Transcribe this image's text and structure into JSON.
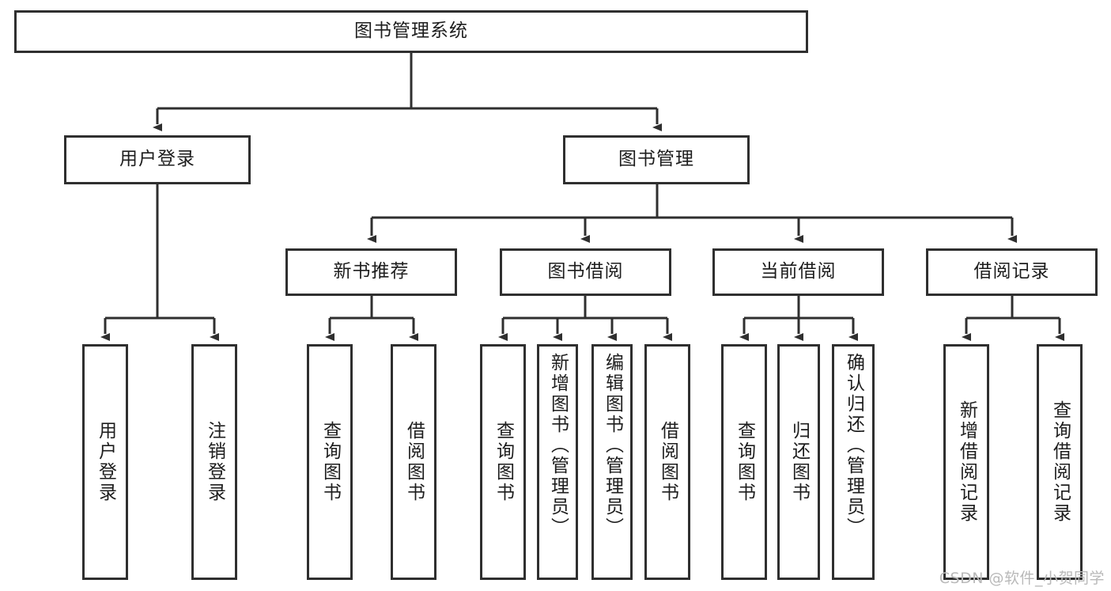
{
  "diagram": {
    "title": "图书管理系统",
    "type": "tree-hierarchy-chart",
    "watermark": "CSDN @软件_小贺同学",
    "colors": {
      "box_border": "#2f2f2f",
      "box_fill": "#ffffff",
      "text": "#1d1d1d",
      "link": "#2f2f2f",
      "watermark": "#b9b9b9",
      "background": "#ffffff"
    }
  },
  "nodes": {
    "root": {
      "label": "图书管理系统"
    },
    "level2": [
      {
        "label": "用户登录"
      },
      {
        "label": "图书管理"
      }
    ],
    "level3": [
      {
        "label": "新书推荐"
      },
      {
        "label": "图书借阅"
      },
      {
        "label": "当前借阅"
      },
      {
        "label": "借阅记录"
      }
    ],
    "leaves": {
      "user_login": [
        {
          "label": "用户登录"
        },
        {
          "label": "注销登录"
        }
      ],
      "new_book_recommend": [
        {
          "label": "查询图书"
        },
        {
          "label": "借阅图书"
        }
      ],
      "book_borrow": [
        {
          "label": "查询图书"
        },
        {
          "label": "新增图书（管理员）"
        },
        {
          "label": "编辑图书（管理员）"
        },
        {
          "label": "借阅图书"
        }
      ],
      "current_borrow": [
        {
          "label": "查询图书"
        },
        {
          "label": "归还图书"
        },
        {
          "label": "确认归还（管理员）"
        }
      ],
      "borrow_record": [
        {
          "label": "新增借阅记录"
        },
        {
          "label": "查询借阅记录"
        }
      ]
    }
  }
}
